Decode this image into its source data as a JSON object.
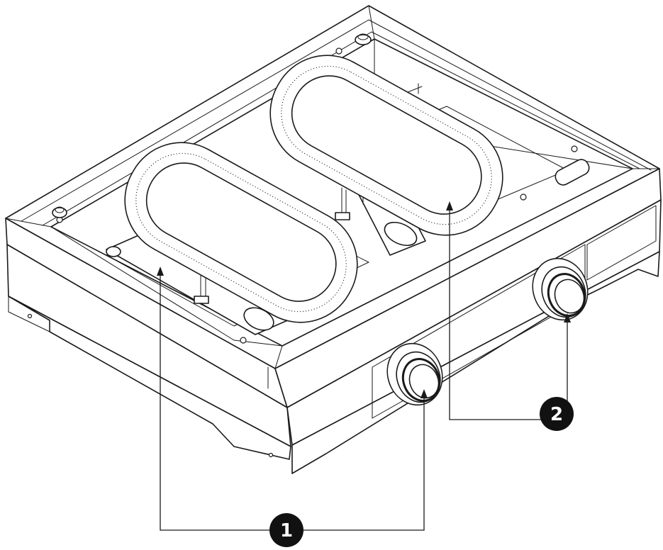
{
  "callouts": [
    {
      "number": "1",
      "part": "burner"
    },
    {
      "number": "2",
      "part": "burner"
    }
  ],
  "colors": {
    "line": "#1a1a1a",
    "badge": "#111111",
    "badge_text": "#ffffff",
    "background": "#ffffff"
  }
}
